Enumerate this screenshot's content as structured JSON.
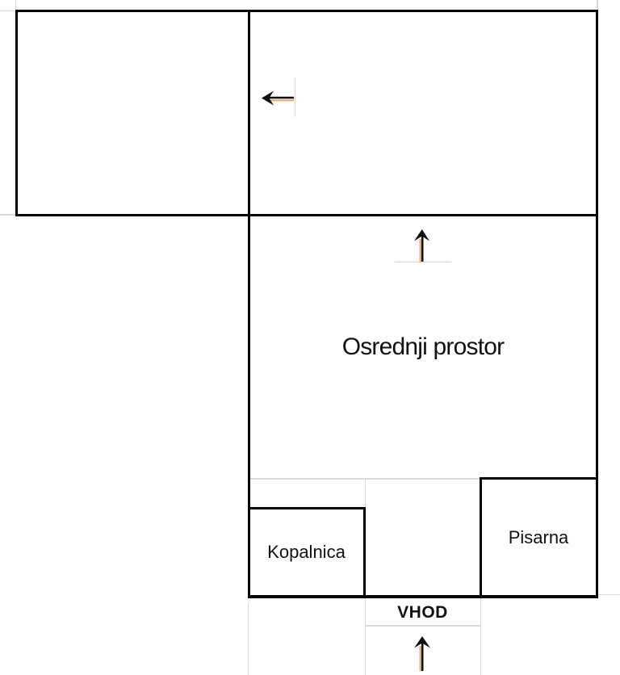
{
  "floorplan": {
    "rooms": {
      "central": {
        "label": "Osrednji prostor"
      },
      "bathroom": {
        "label": "Kopalnica"
      },
      "office": {
        "label": "Pisarna"
      }
    },
    "entrance": {
      "label": "VHOD"
    },
    "icons": {
      "top_right_room_arrow": "arrow-left-icon",
      "central_room_arrow": "arrow-up-icon",
      "entrance_arrow": "arrow-up-icon"
    },
    "colors": {
      "wall": "#000000",
      "gridline": "#d9d9d9",
      "arrow_primary": "#111111",
      "arrow_accent": "#e2b077",
      "text": "#111111",
      "background": "#ffffff"
    }
  }
}
